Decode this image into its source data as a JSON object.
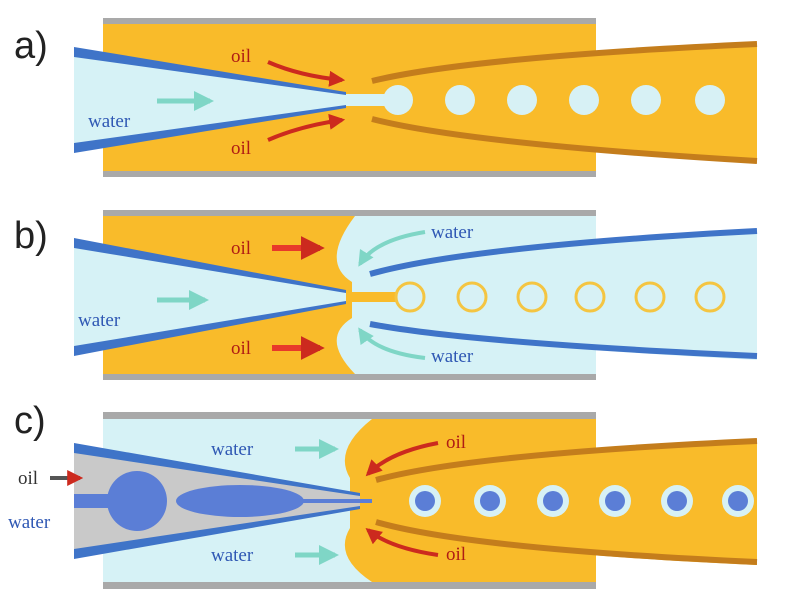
{
  "panels": [
    {
      "label": "a)",
      "texts": {
        "oil_top": "oil",
        "oil_bottom": "oil",
        "water_in": "water"
      }
    },
    {
      "label": "b)",
      "texts": {
        "oil_top": "oil",
        "oil_bottom": "oil",
        "water_in": "water",
        "water_top": "water",
        "water_bottom": "water"
      }
    },
    {
      "label": "c)",
      "texts": {
        "oil_in": "oil",
        "water_in": "water",
        "water_top": "water",
        "water_bottom": "water",
        "oil_top": "oil",
        "oil_bottom": "oil"
      }
    }
  ],
  "colors": {
    "oil": "#f9bb2a",
    "water": "#d6f2f6",
    "capillary": "#3f74c8",
    "wall": "#a9a9a9",
    "oil_arrow": "#cc2a1e",
    "water_arrow": "#7fd6c6",
    "collection_wall": "#c47d1c",
    "water_text": "#2f58b4",
    "oil_text": "#b01c14",
    "drop_fill": "#d7f1f5",
    "drop_ring": "#f4c542",
    "inner_drop": "#5b7ed6",
    "inner_phase": "#c9c9c9"
  }
}
